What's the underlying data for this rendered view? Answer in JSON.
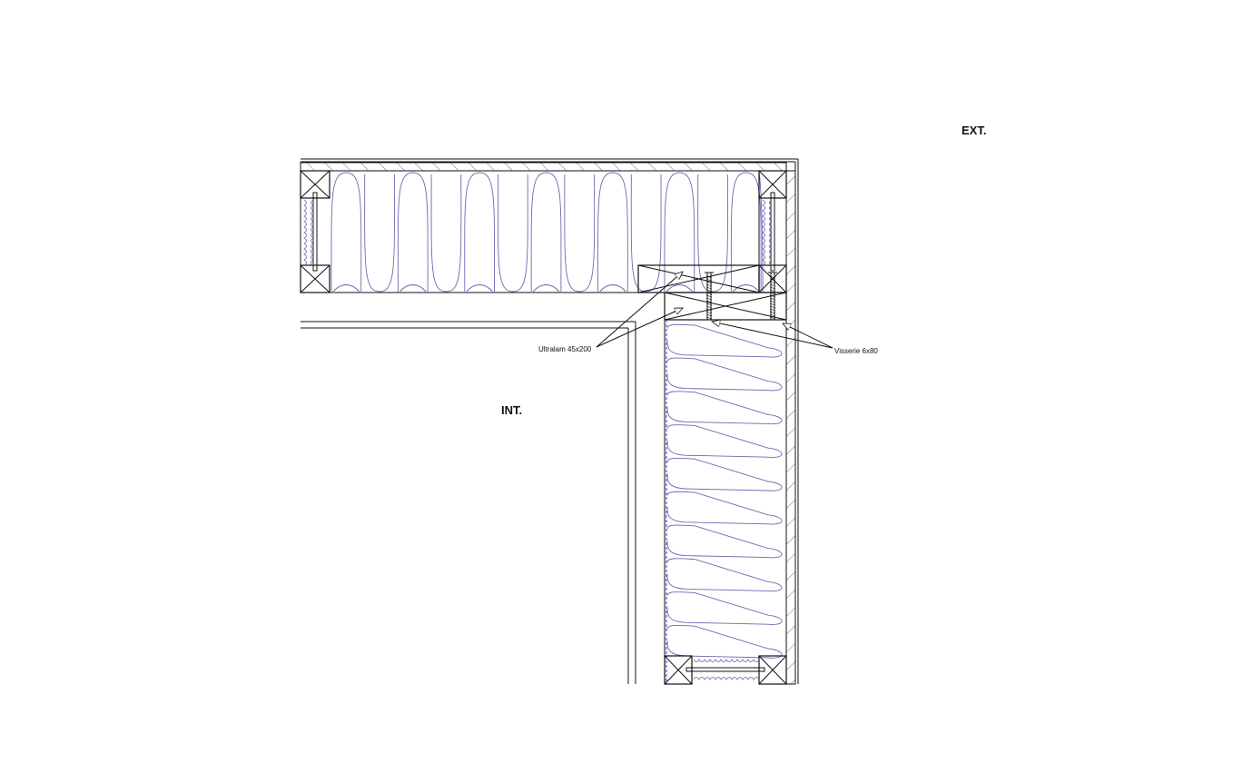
{
  "labels": {
    "exterior": "EXT.",
    "interior": "INT.",
    "ultralam": "Ultralam 45x200",
    "visserie": "Visserie 6x80"
  },
  "colors": {
    "line": "#111111",
    "insulation": "#6a6ab0",
    "membrane": "#3a3ad0",
    "background": "#ffffff"
  }
}
